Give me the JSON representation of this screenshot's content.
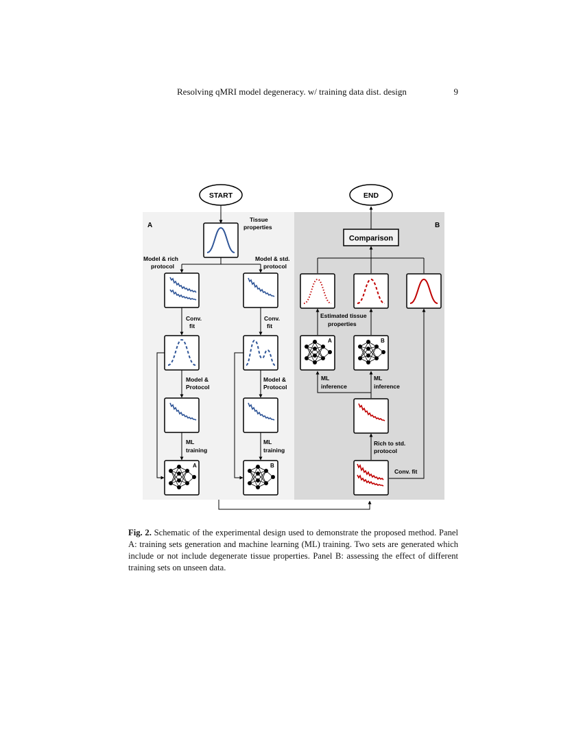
{
  "header": {
    "title": "Resolving qMRI model degeneracy. w/ training data dist. design",
    "page_number": "9"
  },
  "figure": {
    "start": "START",
    "end": "END",
    "panel_a": "A",
    "panel_b": "B",
    "comparison": "Comparison",
    "a": {
      "tissue_line1": "Tissue",
      "tissue_line2": "properties",
      "rich_line1": "Model & rich",
      "rich_line2": "protocol",
      "std_line1": "Model & std.",
      "std_line2": "protocol",
      "convfit_line1": "Conv.",
      "convfit_line2": "fit",
      "model_line1": "Model &",
      "model_line2": "Protocol",
      "ml_line1": "ML",
      "ml_line2": "training",
      "net_label_a": "A",
      "net_label_b": "B"
    },
    "b": {
      "estimated_line1": "Estimated tissue",
      "estimated_line2": "properties",
      "inference_line1": "ML",
      "inference_line2": "inference",
      "net_label_a": "A",
      "net_label_b": "B",
      "rich_std_line1": "Rich to std.",
      "rich_std_line2": "protocol",
      "conv_fit": "Conv. fit"
    },
    "colors": {
      "blue": "#2f5597",
      "red": "#c00000",
      "panel_a_bg": "#f2f2f2",
      "panel_b_bg": "#d9d9d9"
    }
  },
  "caption": {
    "label": "Fig. 2.",
    "text": " Schematic of the experimental design used to demonstrate the proposed method. Panel A: training sets generation and machine learning (ML) training. Two sets are generated which include or not include degenerate tissue properties. Panel B: assessing the effect of different training sets on unseen data."
  }
}
